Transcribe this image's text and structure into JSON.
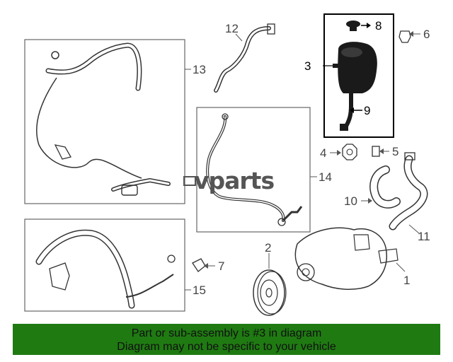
{
  "callouts": {
    "c1": "1",
    "c2": "2",
    "c3": "3",
    "c4": "4",
    "c5": "5",
    "c6": "6",
    "c7": "7",
    "c8": "8",
    "c9": "9",
    "c10": "10",
    "c11": "11",
    "c12": "12",
    "c13": "13",
    "c14": "14",
    "c15": "15"
  },
  "watermark": {
    "brand": "vparts"
  },
  "banner": {
    "line1": "Part or sub-assembly is #3 in diagram",
    "line2": "Diagram may not be specific to your vehicle",
    "color": "#1f7a12"
  },
  "highlight_part": "3"
}
